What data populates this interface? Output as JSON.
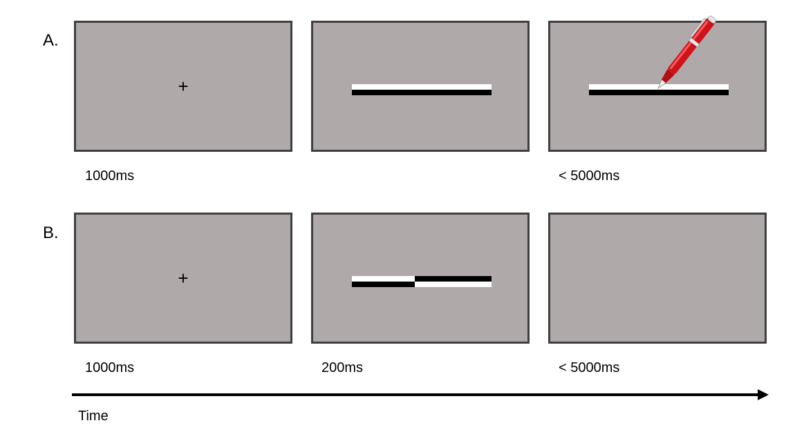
{
  "colors": {
    "panel_background": "#afa9a9",
    "panel_border": "#3f3f3f",
    "bar_light": "#ffffff",
    "bar_dark": "#000000",
    "pen_red": "#d0121a"
  },
  "rows": [
    {
      "label": "A.",
      "panels": [
        {
          "content": "fixation",
          "fixation": "+",
          "timing": "1000ms"
        },
        {
          "content": "bar-white-over-black",
          "timing": ""
        },
        {
          "content": "bar-with-pen",
          "timing": "< 5000ms"
        }
      ]
    },
    {
      "label": "B.",
      "panels": [
        {
          "content": "fixation",
          "fixation": "+",
          "timing": "1000ms"
        },
        {
          "content": "split-bar",
          "timing": "200ms"
        },
        {
          "content": "blank",
          "timing": "< 5000ms"
        }
      ]
    }
  ],
  "time_axis": {
    "label": "Time",
    "icon": "arrow-right-icon"
  },
  "icons": {
    "pen": "pen-icon"
  }
}
